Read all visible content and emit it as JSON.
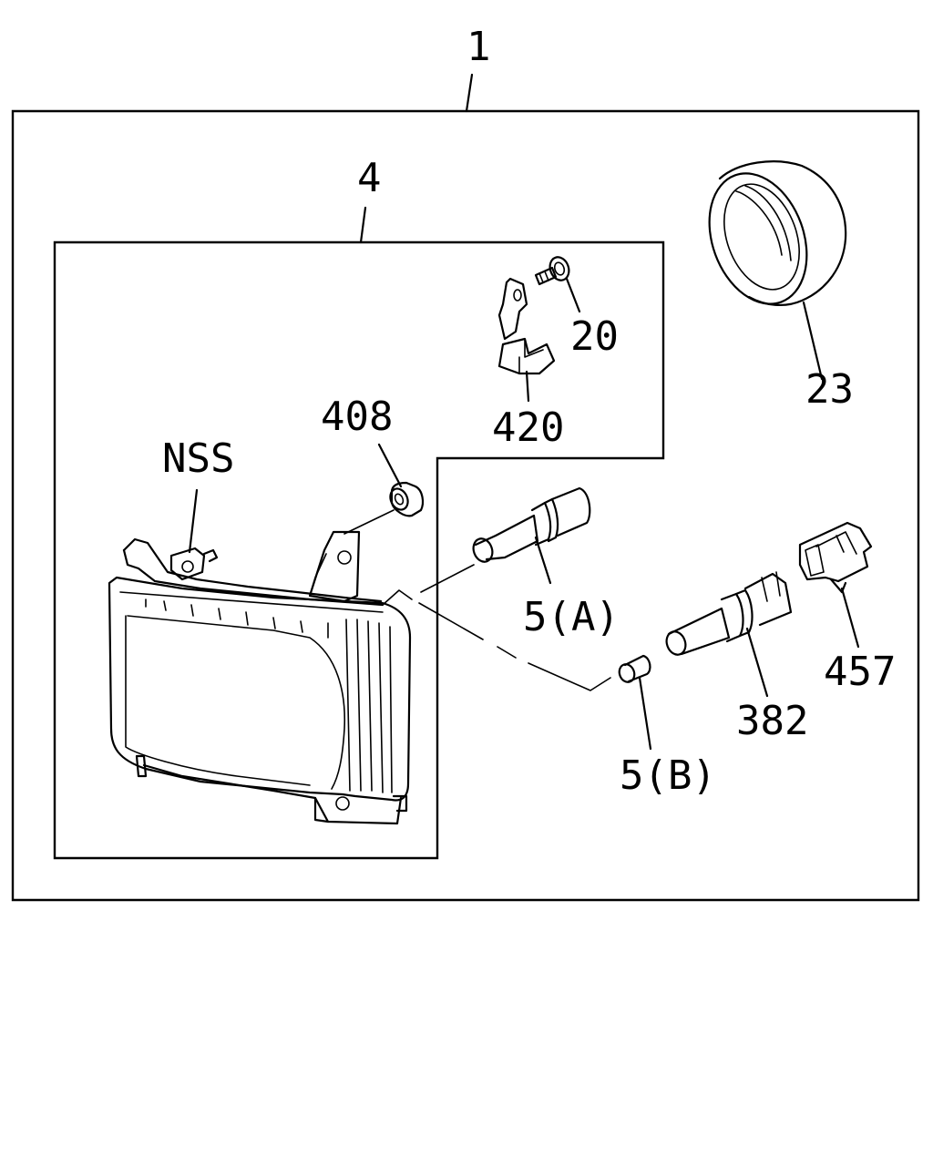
{
  "callouts": {
    "assembly": "1",
    "lamp_unit": "4",
    "bracket_screw": "20",
    "ring": "23",
    "bracket": "420",
    "grommet": "408",
    "nss": "NSS",
    "bulb_a": "5(A)",
    "bulb_b": "5(B)",
    "socket": "382",
    "connector": "457"
  }
}
